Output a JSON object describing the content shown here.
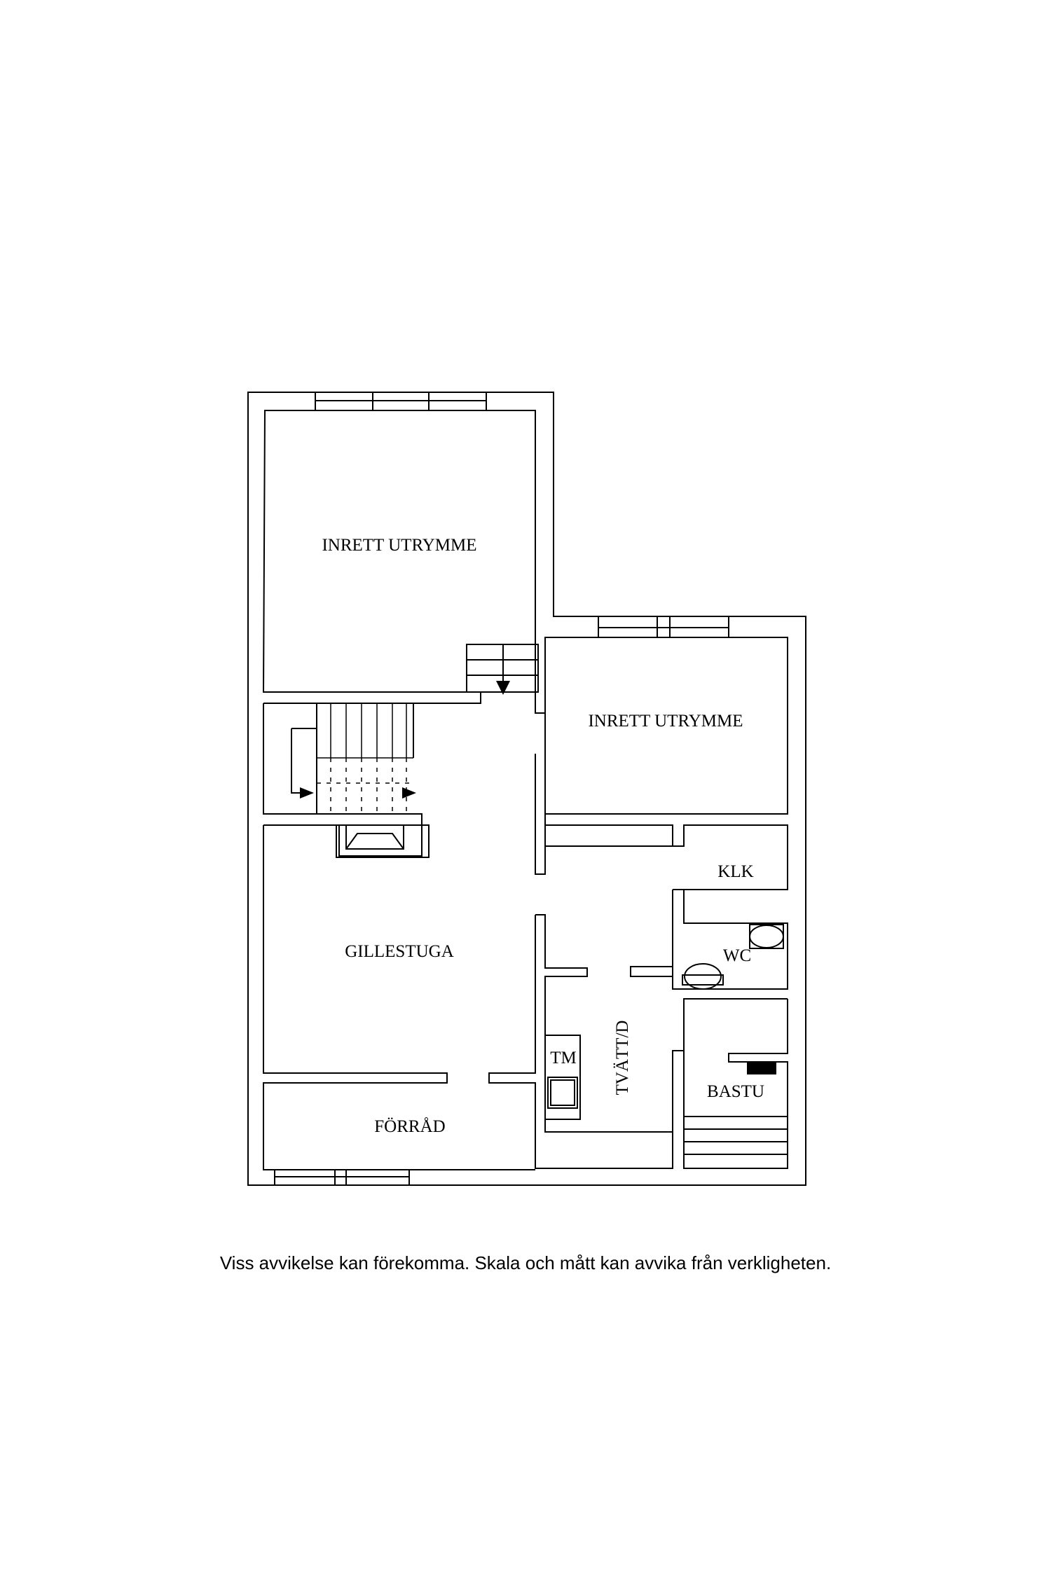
{
  "rooms": {
    "inrett_utrymme_1": "INRETT UTRYMME",
    "inrett_utrymme_2": "INRETT UTRYMME",
    "gillestuga": "GILLESTUGA",
    "forrad": "FÖRRÅD",
    "klk": "KLK",
    "wc": "WC",
    "tvatt": "TVÄTT/D",
    "tm": "TM",
    "bastu": "BASTU"
  },
  "footer": {
    "disclaimer": "Viss avvikelse kan förekomma. Skala och mått kan avvika från verkligheten."
  }
}
